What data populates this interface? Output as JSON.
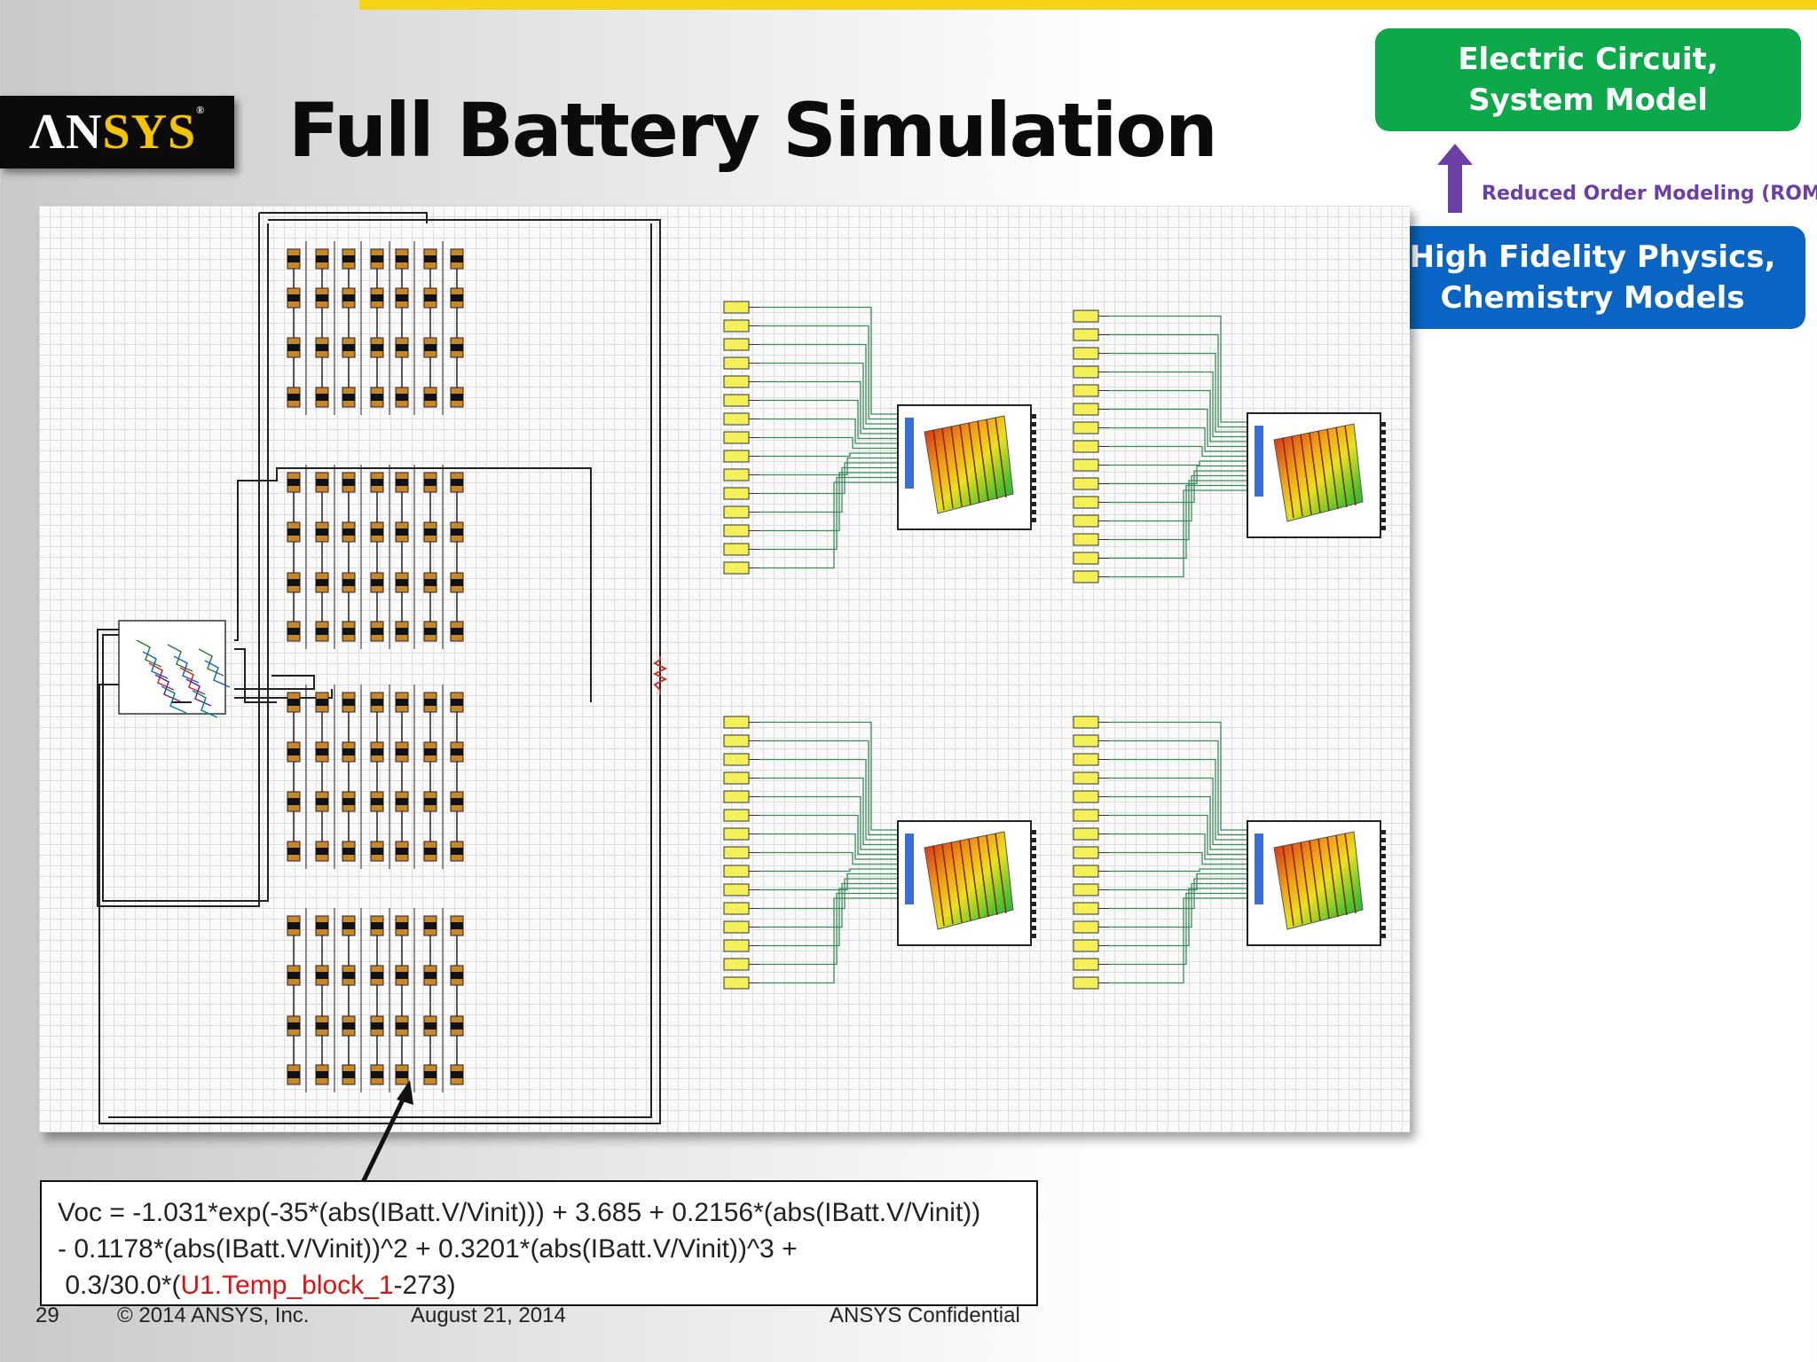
{
  "logo": {
    "text_left": "ΛN",
    "text_right": "SYS",
    "registered": "®"
  },
  "title": "Full Battery Simulation",
  "green_box": {
    "line1": "Electric Circuit,",
    "line2": "System Model"
  },
  "rom_label": "Reduced Order Modeling (ROM)",
  "blue_box": {
    "line1": "High Fidelity Physics,",
    "line2": "Chemistry Models"
  },
  "formula": {
    "line1": "Voc = -1.031*exp(-35*(abs(IBatt.V/Vinit))) + 3.685 + 0.2156*(abs(IBatt.V/Vinit))",
    "line2": "- 0.1178*(abs(IBatt.V/Vinit))^2 + 0.3201*(abs(IBatt.V/Vinit))^3 +",
    "line3_pre": " 0.3/30.0*(",
    "line3_red": "U1.Temp_block_1",
    "line3_post": "-273)"
  },
  "footer": {
    "page": "29",
    "copyright": "© 2014 ANSYS, Inc.",
    "date": "August 21, 2014",
    "confidential": "ANSYS Confidential"
  },
  "colors": {
    "accent_yellow": "#f5d315",
    "green": "#0ca84a",
    "blue": "#0a64c4",
    "purple": "#6b3fa6",
    "wire_green": "#3a8a5a",
    "label_yellow": "#f3f05a",
    "formula_red": "#e01010"
  }
}
